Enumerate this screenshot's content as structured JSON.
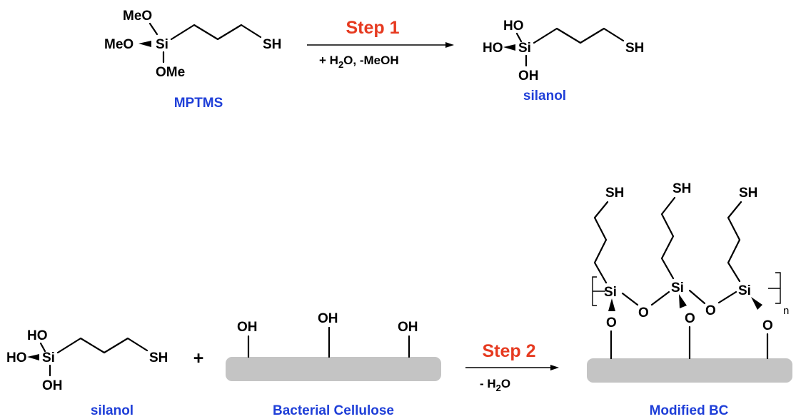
{
  "colors": {
    "caption": "#1f3fd8",
    "step": "#e63a20",
    "surface": "#c4c4c4"
  },
  "atoms": {
    "meo": "MeO",
    "ome": "OMe",
    "si": "Si",
    "sh": "SH",
    "ho": "HO",
    "oh": "OH",
    "o": "O",
    "n": "n"
  },
  "step1": {
    "label": "Step 1",
    "reagent_prefix": "+ H",
    "reagent_sub": "2",
    "reagent_suffix": "O, -MeOH"
  },
  "step2": {
    "label": "Step 2",
    "reagent_prefix": "- H",
    "reagent_sub": "2",
    "reagent_suffix": "O"
  },
  "captions": {
    "mptms": "MPTMS",
    "silanol_top": "silanol",
    "silanol_bottom": "silanol",
    "bacterial_cellulose": "Bacterial Cellulose",
    "plus": "+",
    "modified_bc": "Modified BC"
  }
}
